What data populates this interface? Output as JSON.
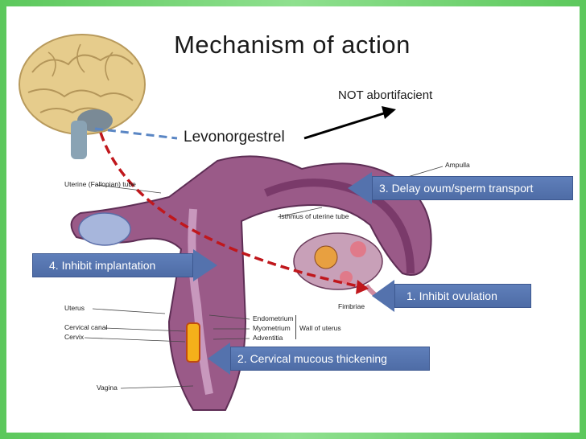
{
  "title": "Mechanism of action",
  "drug": "Levonorgestrel",
  "note": "NOT abortifacient",
  "callouts": {
    "c1": "1. Inhibit ovulation",
    "c2": "2. Cervical mucous thickening",
    "c3": "3. Delay ovum/sperm transport",
    "c4": "4. Inhibit implantation"
  },
  "anatomy_labels": {
    "uterine_tube": "Uterine (Fallopian) tube",
    "ampulla": "Ampulla",
    "isthmus": "Isthmus of uterine tube",
    "fimbriae": "Fimbriae",
    "uterus": "Uterus",
    "cervical_canal": "Cervical canal",
    "cervix": "Cervix",
    "vagina": "Vagina",
    "endometrium": "Endometrium",
    "myometrium": "Myometrium",
    "adventitia": "Adventitia",
    "wall_of_uterus": "Wall of uterus"
  },
  "colors": {
    "frame": "#5cc85c",
    "callout": "#5472ad",
    "dashed_red": "#c0171c",
    "dashed_blue": "#5a86c4",
    "uterus": "#8a4a78",
    "brain": "#e6cc8c"
  }
}
